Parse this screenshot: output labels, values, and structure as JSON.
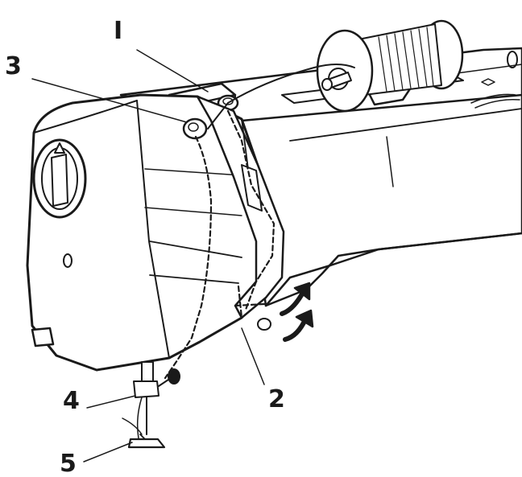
{
  "callouts": {
    "label_1": "I",
    "label_2": "2",
    "label_3": "3",
    "label_4": "4",
    "label_5": "5"
  },
  "colors": {
    "ink": "#1a1a1a",
    "background": "#ffffff"
  }
}
